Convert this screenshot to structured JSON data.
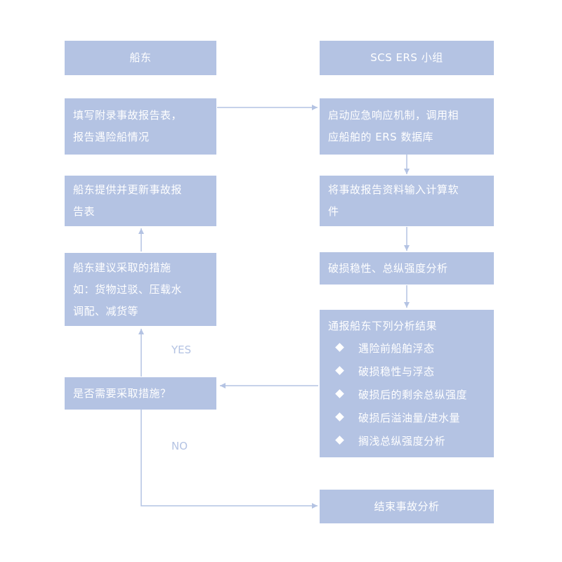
{
  "left_column": {
    "header": "船东",
    "report_form": [
      "填写附录事故报告表，",
      "报告遇险船情况"
    ],
    "update_report": [
      "船东提供并更新事故报",
      "告表"
    ],
    "suggest_measures": [
      "船东建议采取的措施",
      "如：货物过驳、压载水",
      "调配、减货等"
    ],
    "decision": "是否需要采取措施？"
  },
  "right_column": {
    "header": "SCS ERS 小组",
    "start_response": [
      "启动应急响应机制，调用相",
      "应船舶的 ERS 数据库"
    ],
    "input_data": [
      "将事故报告资料输入计算软",
      "件"
    ],
    "stability_analysis": "破损稳性、总纵强度分析",
    "notify_results": {
      "title": "通报船东下列分析结果",
      "items": [
        "遇险前船舶浮态",
        "破损稳性与浮态",
        "破损后的剩余总纵强度",
        "破损后溢油量/进水量",
        "搁浅总纵强度分析"
      ]
    },
    "end_analysis": "结束事故分析"
  },
  "labels": {
    "yes": "YES",
    "no": "NO"
  },
  "colors": {
    "box_fill": "#b4c3e3",
    "box_text": "#ffffff",
    "connector": "#b4c3e3"
  }
}
